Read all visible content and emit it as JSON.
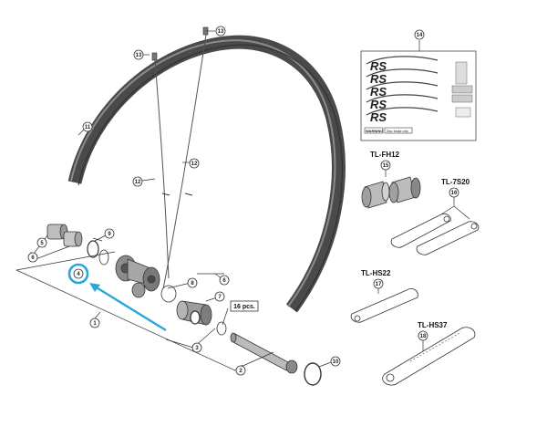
{
  "callouts": {
    "c1": "1",
    "c2": "2",
    "c3": "3",
    "c4": "4",
    "c5": "5",
    "c6a": "6",
    "c6b": "6",
    "c7": "7",
    "c8": "8",
    "c9": "9",
    "c10": "10",
    "c11": "11",
    "c12a": "12",
    "c12b": "12",
    "c13a": "13",
    "c13b": "13",
    "c14": "14",
    "c15": "15",
    "c16": "16",
    "c17": "17",
    "c18": "18"
  },
  "quantity_box": "16 pcs.",
  "tools": {
    "fh12": "TL-FH12",
    "s720": "TL-7S20",
    "hs22": "TL-HS22",
    "hs37": "TL-HS37"
  },
  "decal": {
    "warning_label": "WARNING",
    "warning_note": "Disc brake only"
  },
  "colors": {
    "highlight": "#29a8d8",
    "rim": "#5a5a5a",
    "line": "#333333"
  }
}
